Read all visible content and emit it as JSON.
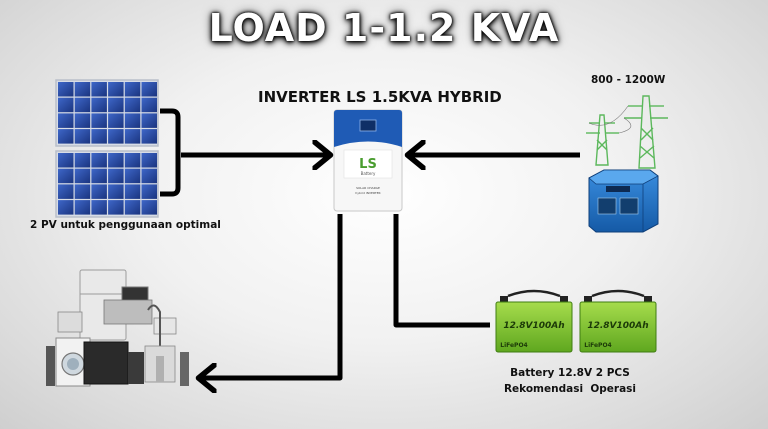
{
  "title": "LOAD 1-1.2 KVA",
  "inverter": {
    "label": "INVERTER LS 1.5KVA HYBRID",
    "brand": "LS",
    "brand_sub": "Battery",
    "panel_line1": "SOLAR CHARGE",
    "panel_line2": "hybrid INVERTER"
  },
  "pv": {
    "label": "2 PV untuk penggunaan optimal",
    "count": 2
  },
  "grid": {
    "label": "800 - 1200W"
  },
  "battery": {
    "label_line1": "Battery 12.8V 2 PCS",
    "label_line2": "Rekomendasi  Operasi",
    "unit_text": "12.8V100Ah",
    "chem": "LiFePO4",
    "count": 2
  },
  "colors": {
    "arrow": "#000000",
    "panel_blue": "#1d3f9e",
    "inverter_blue": "#1f5bb5",
    "battery_green": "#7cc230",
    "generator_blue": "#1e73c8",
    "brand_green": "#4a9d2f"
  }
}
